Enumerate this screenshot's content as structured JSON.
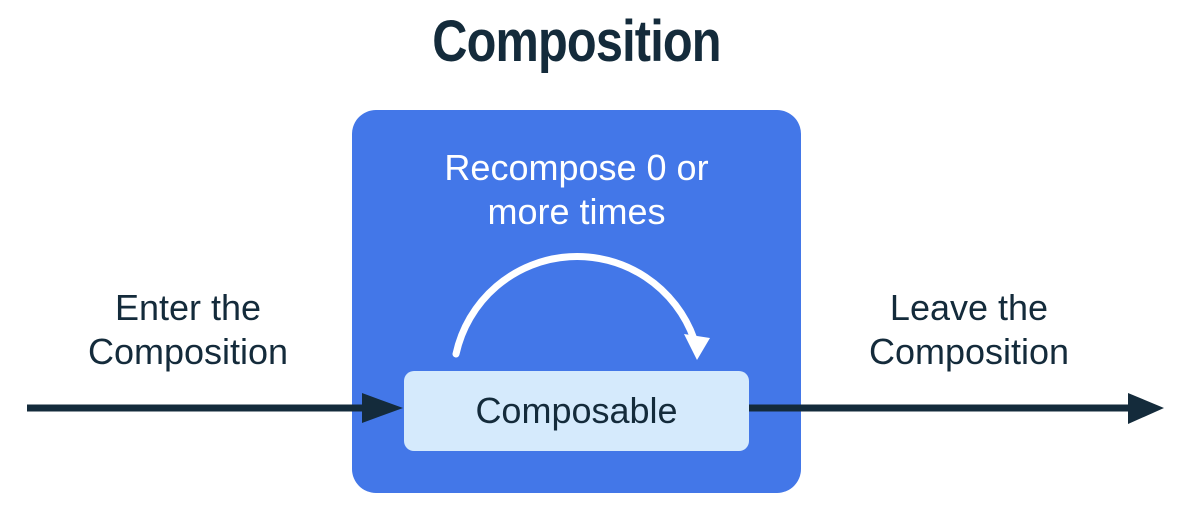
{
  "title": "Composition",
  "colors": {
    "dark_navy": "#142B3B",
    "composition_blue": "#4377E8",
    "composable_light_blue": "#D5EAFC",
    "arc_white": "#FFFFFF"
  },
  "diagram": {
    "enter_label": "Enter the\nComposition",
    "leave_label": "Leave the\nComposition",
    "recompose_label": "Recompose 0 or\nmore times",
    "composable_label": "Composable",
    "icons": {
      "enter_arrow": "right-arrow",
      "leave_arrow": "right-arrow",
      "recompose_arrow": "looping-arc-arrow-down"
    }
  }
}
